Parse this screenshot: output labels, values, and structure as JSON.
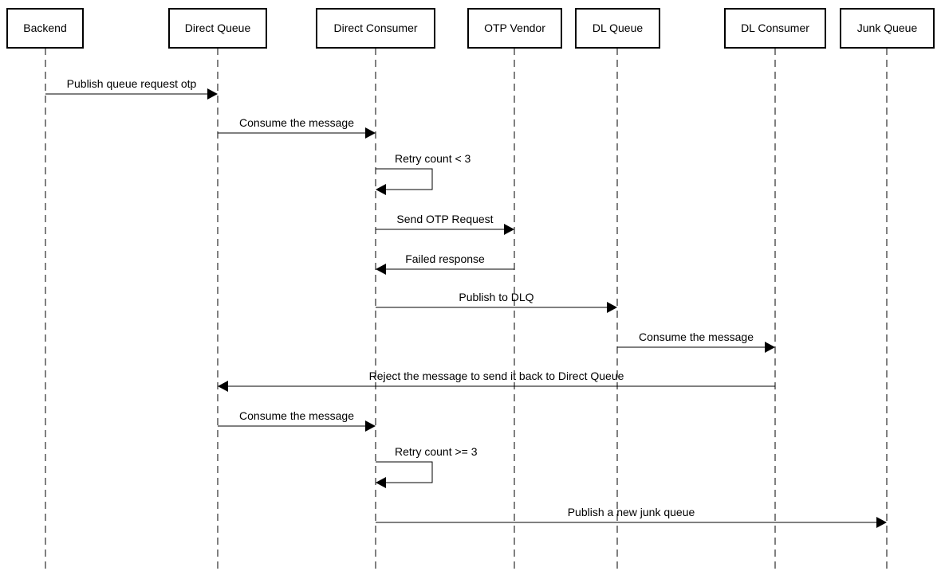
{
  "diagram": {
    "type": "sequence",
    "participants": [
      {
        "id": "backend",
        "label": "Backend"
      },
      {
        "id": "direct-queue",
        "label": "Direct Queue"
      },
      {
        "id": "direct-consumer",
        "label": "Direct Consumer"
      },
      {
        "id": "otp-vendor",
        "label": "OTP Vendor"
      },
      {
        "id": "dl-queue",
        "label": "DL Queue"
      },
      {
        "id": "dl-consumer",
        "label": "DL Consumer"
      },
      {
        "id": "junk-queue",
        "label": "Junk Queue"
      }
    ],
    "messages": [
      {
        "from": "backend",
        "to": "direct-queue",
        "label": "Publish queue request otp"
      },
      {
        "from": "direct-queue",
        "to": "direct-consumer",
        "label": "Consume the message"
      },
      {
        "from": "direct-consumer",
        "to": "direct-consumer",
        "label": "Retry count < 3"
      },
      {
        "from": "direct-consumer",
        "to": "otp-vendor",
        "label": "Send OTP Request"
      },
      {
        "from": "otp-vendor",
        "to": "direct-consumer",
        "label": "Failed response"
      },
      {
        "from": "direct-consumer",
        "to": "dl-queue",
        "label": "Publish to DLQ"
      },
      {
        "from": "dl-queue",
        "to": "dl-consumer",
        "label": "Consume the message"
      },
      {
        "from": "dl-consumer",
        "to": "direct-queue",
        "label": "Reject the message to send it back to Direct Queue"
      },
      {
        "from": "direct-queue",
        "to": "direct-consumer",
        "label": "Consume the message"
      },
      {
        "from": "direct-consumer",
        "to": "direct-consumer",
        "label": "Retry count >= 3"
      },
      {
        "from": "direct-consumer",
        "to": "junk-queue",
        "label": "Publish a new junk queue"
      }
    ]
  }
}
